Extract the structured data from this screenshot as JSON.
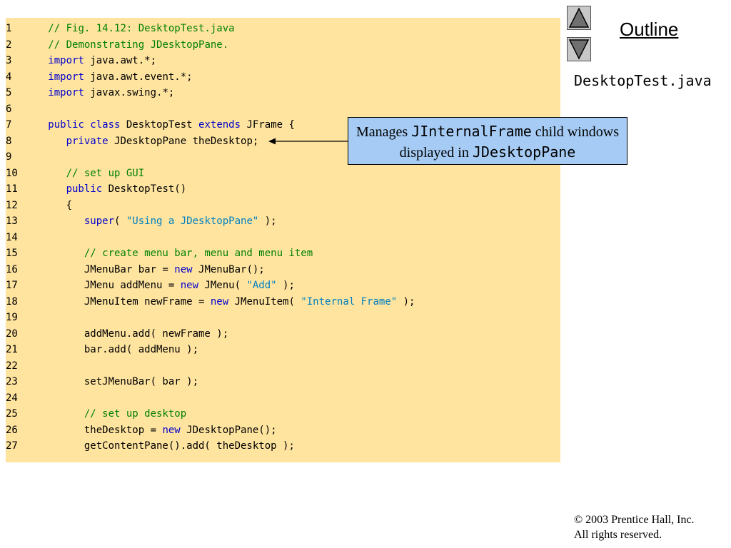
{
  "code": {
    "lines": [
      {
        "n": "1",
        "parts": [
          {
            "t": "   ",
            "c": ""
          },
          {
            "t": "// Fig. 14.12: DesktopTest.java",
            "c": "cm"
          }
        ]
      },
      {
        "n": "2",
        "parts": [
          {
            "t": "   ",
            "c": ""
          },
          {
            "t": "// Demonstrating JDesktopPane.",
            "c": "cm"
          }
        ]
      },
      {
        "n": "3",
        "parts": [
          {
            "t": "   ",
            "c": ""
          },
          {
            "t": "import",
            "c": "kw"
          },
          {
            "t": " java.awt.*;",
            "c": ""
          }
        ]
      },
      {
        "n": "4",
        "parts": [
          {
            "t": "   ",
            "c": ""
          },
          {
            "t": "import",
            "c": "kw"
          },
          {
            "t": " java.awt.event.*;",
            "c": ""
          }
        ]
      },
      {
        "n": "5",
        "parts": [
          {
            "t": "   ",
            "c": ""
          },
          {
            "t": "import",
            "c": "kw"
          },
          {
            "t": " javax.swing.*;",
            "c": ""
          }
        ]
      },
      {
        "n": "6",
        "parts": []
      },
      {
        "n": "7",
        "parts": [
          {
            "t": "   ",
            "c": ""
          },
          {
            "t": "public class",
            "c": "kw"
          },
          {
            "t": " DesktopTest ",
            "c": ""
          },
          {
            "t": "extends",
            "c": "kw"
          },
          {
            "t": " JFrame {",
            "c": ""
          }
        ]
      },
      {
        "n": "8",
        "parts": [
          {
            "t": "      ",
            "c": ""
          },
          {
            "t": "private",
            "c": "kw"
          },
          {
            "t": " JDesktopPane theDesktop;",
            "c": ""
          }
        ]
      },
      {
        "n": "9",
        "parts": []
      },
      {
        "n": "10",
        "parts": [
          {
            "t": "      ",
            "c": ""
          },
          {
            "t": "// set up GUI",
            "c": "cm"
          }
        ]
      },
      {
        "n": "11",
        "parts": [
          {
            "t": "      ",
            "c": ""
          },
          {
            "t": "public",
            "c": "kw"
          },
          {
            "t": " DesktopTest()",
            "c": ""
          }
        ]
      },
      {
        "n": "12",
        "parts": [
          {
            "t": "      {",
            "c": ""
          }
        ]
      },
      {
        "n": "13",
        "parts": [
          {
            "t": "         ",
            "c": ""
          },
          {
            "t": "super",
            "c": "kw"
          },
          {
            "t": "( ",
            "c": ""
          },
          {
            "t": "\"Using a JDesktopPane\"",
            "c": "st"
          },
          {
            "t": " );",
            "c": ""
          }
        ]
      },
      {
        "n": "14",
        "parts": []
      },
      {
        "n": "15",
        "parts": [
          {
            "t": "         ",
            "c": ""
          },
          {
            "t": "// create menu bar, menu and menu item",
            "c": "cm"
          }
        ]
      },
      {
        "n": "16",
        "parts": [
          {
            "t": "         JMenuBar bar = ",
            "c": ""
          },
          {
            "t": "new",
            "c": "kw"
          },
          {
            "t": " JMenuBar();",
            "c": ""
          }
        ]
      },
      {
        "n": "17",
        "parts": [
          {
            "t": "         JMenu addMenu = ",
            "c": ""
          },
          {
            "t": "new",
            "c": "kw"
          },
          {
            "t": " JMenu( ",
            "c": ""
          },
          {
            "t": "\"Add\"",
            "c": "st"
          },
          {
            "t": " );",
            "c": ""
          }
        ]
      },
      {
        "n": "18",
        "parts": [
          {
            "t": "         JMenuItem newFrame = ",
            "c": ""
          },
          {
            "t": "new",
            "c": "kw"
          },
          {
            "t": " JMenuItem( ",
            "c": ""
          },
          {
            "t": "\"Internal Frame\"",
            "c": "st"
          },
          {
            "t": " );",
            "c": ""
          }
        ]
      },
      {
        "n": "19",
        "parts": []
      },
      {
        "n": "20",
        "parts": [
          {
            "t": "         addMenu.add( newFrame );",
            "c": ""
          }
        ]
      },
      {
        "n": "21",
        "parts": [
          {
            "t": "         bar.add( addMenu );",
            "c": ""
          }
        ]
      },
      {
        "n": "22",
        "parts": []
      },
      {
        "n": "23",
        "parts": [
          {
            "t": "         setJMenuBar( bar );",
            "c": ""
          }
        ]
      },
      {
        "n": "24",
        "parts": []
      },
      {
        "n": "25",
        "parts": [
          {
            "t": "         ",
            "c": ""
          },
          {
            "t": "// set up desktop",
            "c": "cm"
          }
        ]
      },
      {
        "n": "26",
        "parts": [
          {
            "t": "         theDesktop = ",
            "c": ""
          },
          {
            "t": "new",
            "c": "kw"
          },
          {
            "t": " JDesktopPane();",
            "c": ""
          }
        ]
      },
      {
        "n": "27",
        "parts": [
          {
            "t": "         getContentPane().add( theDesktop );",
            "c": ""
          }
        ]
      }
    ]
  },
  "sidebar": {
    "outline_label": "Outline",
    "file_name": "DesktopTest.java"
  },
  "callout": {
    "text1": "Manages ",
    "mono1": "JInternalFrame",
    "text2": " child windows displayed in ",
    "mono2": "JDesktopPane"
  },
  "footer": {
    "copyright_symbol": "©",
    "line1": " 2003 Prentice Hall, Inc.",
    "line2": "All rights reserved."
  },
  "colors": {
    "code_background": "#FFE4A0",
    "keyword": "#0000CC",
    "comment": "#008000",
    "string": "#0080C0",
    "callout_background": "#A6CCF5"
  },
  "icons": {
    "nav_up": "triangle-up-icon",
    "nav_down": "triangle-down-icon"
  }
}
